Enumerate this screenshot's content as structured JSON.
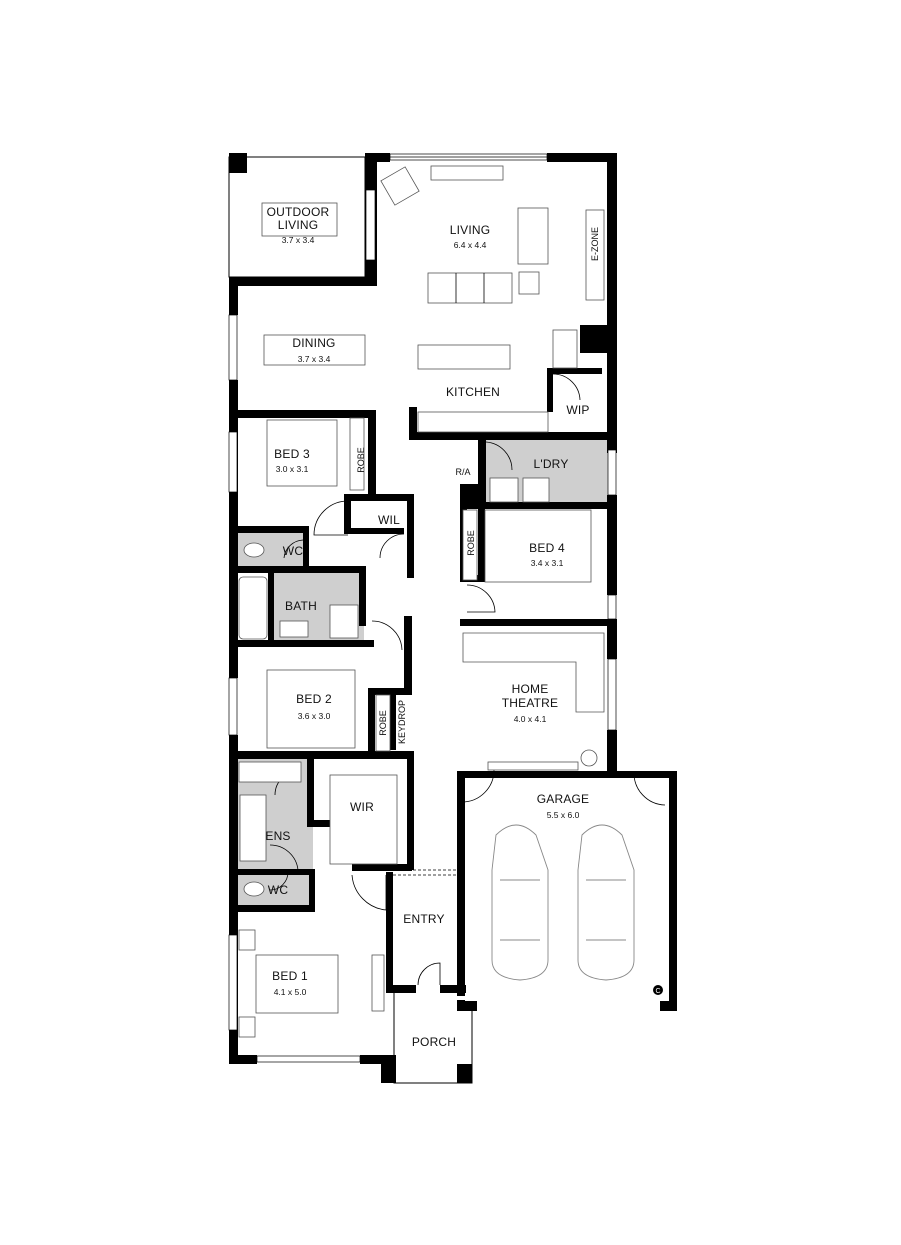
{
  "rooms": {
    "outdoor_living": {
      "name_line1": "OUTDOOR",
      "name_line2": "LIVING",
      "size": "3.7 x 3.4"
    },
    "living": {
      "name": "LIVING",
      "size": "6.4 x 4.4"
    },
    "ezone": {
      "name": "E-ZONE"
    },
    "dining": {
      "name": "DINING",
      "size": "3.7 x 3.4"
    },
    "kitchen": {
      "name": "KITCHEN"
    },
    "wip": {
      "name": "WIP"
    },
    "bed3": {
      "name": "BED 3",
      "size": "3.0 x 3.1"
    },
    "robe_bed3": {
      "name": "ROBE"
    },
    "ra": {
      "name": "R/A"
    },
    "laundry": {
      "name": "L'DRY"
    },
    "wil": {
      "name": "WIL"
    },
    "wc_upper": {
      "name": "WC"
    },
    "bed4": {
      "name": "BED 4",
      "size": "3.4 x 3.1"
    },
    "robe_bed4": {
      "name": "ROBE"
    },
    "bath": {
      "name": "BATH"
    },
    "bed2": {
      "name": "BED 2",
      "size": "3.6 x 3.0"
    },
    "robe_bed2": {
      "name": "ROBE"
    },
    "keydrop": {
      "name": "KEYDROP"
    },
    "home_theatre": {
      "name_line1": "HOME",
      "name_line2": "THEATRE",
      "size": "4.0 x 4.1"
    },
    "wir": {
      "name": "WIR"
    },
    "ens": {
      "name": "ENS"
    },
    "wc_lower": {
      "name": "WC"
    },
    "garage": {
      "name": "GARAGE",
      "size": "5.5 x 6.0"
    },
    "entry": {
      "name": "ENTRY"
    },
    "bed1": {
      "name": "BED 1",
      "size": "4.1 x 5.0"
    },
    "porch": {
      "name": "PORCH"
    }
  },
  "copyright_mark": "C"
}
